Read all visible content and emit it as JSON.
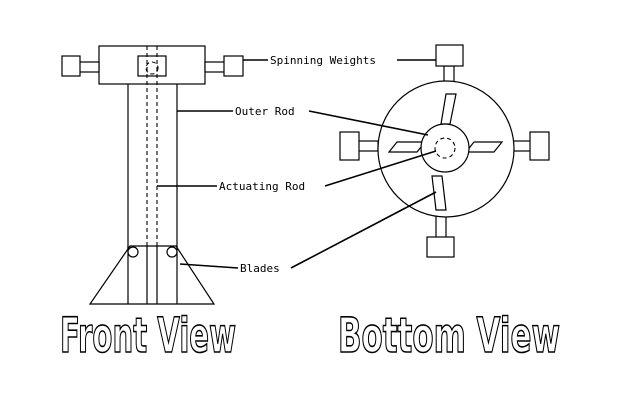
{
  "labels": {
    "spinning_weights": "Spinning Weights",
    "outer_rod": "Outer Rod",
    "actuating_rod": "Actuating Rod",
    "blades": "Blades"
  },
  "titles": {
    "front_view": "Front View",
    "bottom_view": "Bottom View"
  }
}
